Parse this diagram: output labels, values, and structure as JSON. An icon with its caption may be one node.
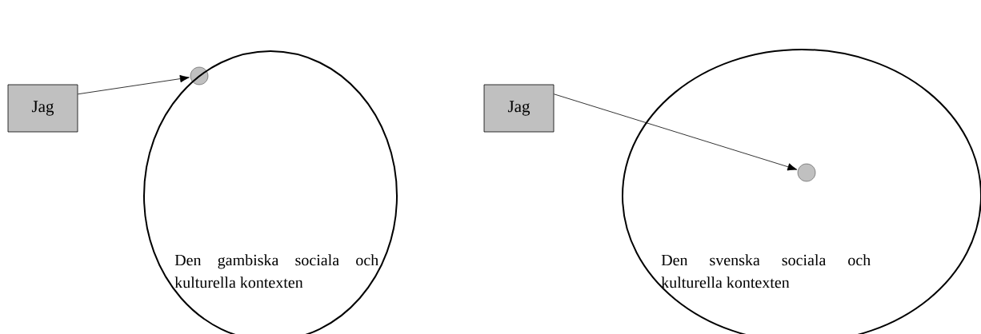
{
  "diagram": {
    "nodes": [
      {
        "text": [
          "Jag"
        ]
      },
      {
        "text": [],
        "shape": "circle"
      },
      {
        "text": [
          "Den gambiska sociala och kulturella kontexten"
        ]
      },
      {
        "text": [
          "Jag"
        ]
      },
      {
        "text": [],
        "shape": "circle",
        "in": 5
      },
      {
        "text": [
          "Den svenska sociala och kulturella kontexten"
        ]
      }
    ],
    "edges": [
      {
        "from": 0,
        "to": 1,
        "arrow": "to"
      },
      {
        "from": 3,
        "to": 4,
        "arrow": "to"
      }
    ]
  }
}
